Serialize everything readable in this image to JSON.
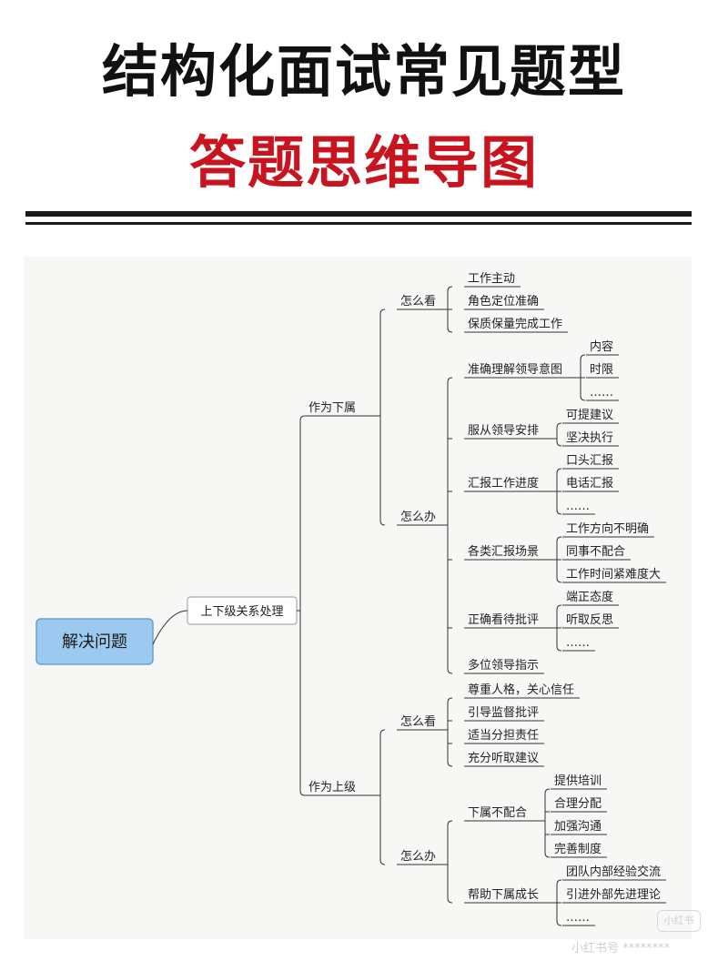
{
  "header": {
    "title": "结构化面试常见题型",
    "subtitle": "答题思维导图"
  },
  "colors": {
    "title": "#111111",
    "subtitle": "#c8141e",
    "root_fill": "#9cc9f0",
    "root_stroke": "#6f9fd0",
    "line": "#333333"
  },
  "mindmap": {
    "root": "解决问题",
    "branch": "上下级关系处理",
    "as_subordinate": {
      "label": "作为下属",
      "how_to_view": {
        "label": "怎么看",
        "items": [
          "工作主动",
          "角色定位准确",
          "保质保量完成工作"
        ]
      },
      "how_to_do": {
        "label": "怎么办",
        "groups": [
          {
            "label": "准确理解领导意图",
            "items": [
              "内容",
              "时限",
              "……"
            ]
          },
          {
            "label": "服从领导安排",
            "items": [
              "可提建议",
              "坚决执行"
            ]
          },
          {
            "label": "汇报工作进度",
            "items": [
              "口头汇报",
              "电话汇报",
              "……"
            ]
          },
          {
            "label": "各类汇报场景",
            "items": [
              "工作方向不明确",
              "同事不配合",
              "工作时间紧难度大"
            ]
          },
          {
            "label": "正确看待批评",
            "items": [
              "端正态度",
              "听取反思",
              "……"
            ]
          },
          {
            "label": "多位领导指示",
            "items": []
          }
        ]
      }
    },
    "as_superior": {
      "label": "作为上级",
      "how_to_view": {
        "label": "怎么看",
        "items": [
          "尊重人格，关心信任",
          "引导监督批评",
          "适当分担责任",
          "充分听取建议"
        ]
      },
      "how_to_do": {
        "label": "怎么办",
        "groups": [
          {
            "label": "下属不配合",
            "items": [
              "提供培训",
              "合理分配",
              "加强沟通",
              "完善制度"
            ]
          },
          {
            "label": "帮助下属成长",
            "items": [
              "团队内部经验交流",
              "引进外部先进理论",
              "……"
            ]
          }
        ]
      }
    }
  },
  "watermark": {
    "badge": "小红书",
    "text": "小红书号 ********"
  }
}
